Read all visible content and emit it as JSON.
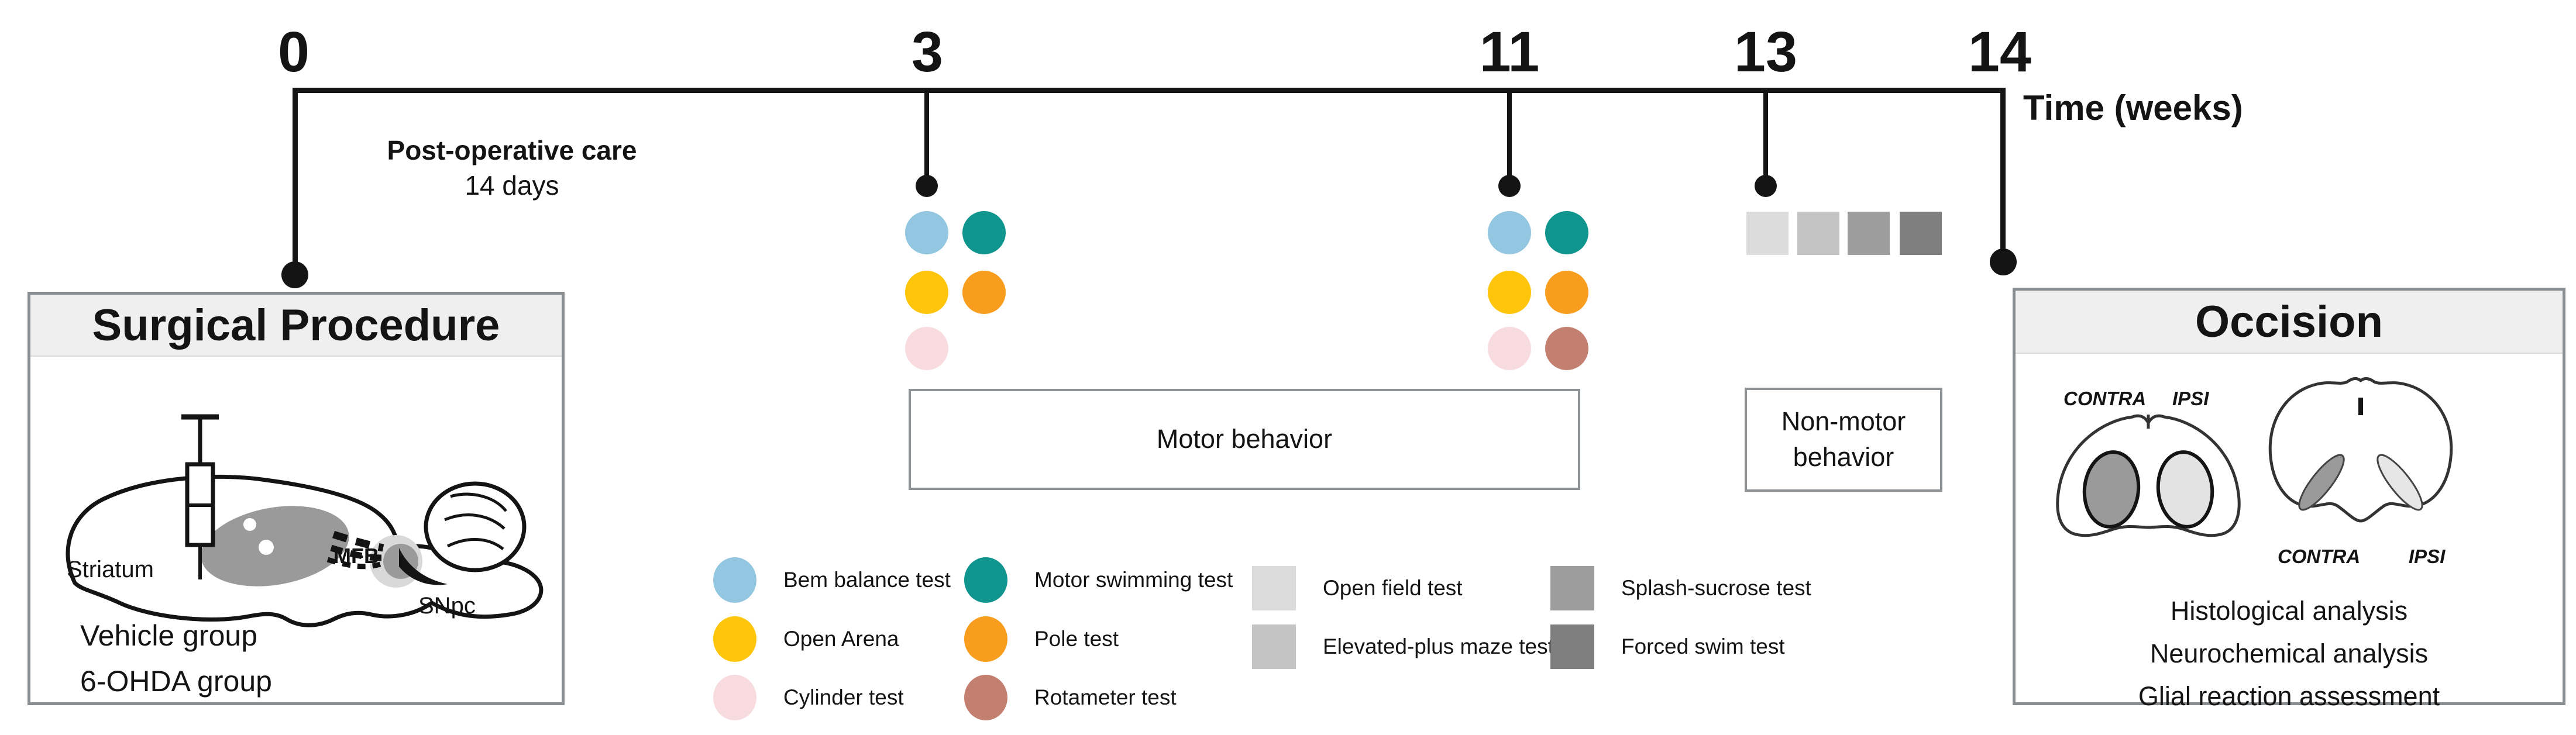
{
  "palette": {
    "ink": "#141414",
    "box_border": "#8a8d90",
    "header_bg": "#efefef",
    "blue": "#93c6e0",
    "teal": "#10948e",
    "yellow": "#fec50b",
    "orange": "#f89d1d",
    "pink": "#f8dbde",
    "rose": "#c38070",
    "gray_open_field": "#dcdcdc",
    "gray_elevated": "#c3c3c3",
    "gray_splash": "#9d9d9d",
    "gray_forced": "#7f7f7f",
    "brain_gray": "#9a9a9a",
    "brain_light": "#d9d9d9"
  },
  "timeline": {
    "axis_label": "Time (weeks)",
    "weeks": [
      "0",
      "3",
      "11",
      "13",
      "14"
    ],
    "postop_line1": "Post-operative care",
    "postop_line2": "14 days"
  },
  "surgical": {
    "title": "Surgical Procedure",
    "label_striatum": "Striatum",
    "label_mfb": "MFB",
    "label_snpc": "SNpc",
    "group1": "Vehicle group",
    "group2": "6-OHDA group"
  },
  "motor_box": {
    "label": "Motor behavior"
  },
  "nonmotor_box": {
    "line1": "Non-motor",
    "line2": "behavior"
  },
  "occision": {
    "title": "Occision",
    "label_contra": "CONTRA",
    "label_ipsi": "IPSI",
    "analysis1": "Histological analysis",
    "analysis2": "Neurochemical analysis",
    "analysis3": "Glial reaction assessment"
  },
  "legend": {
    "col1": [
      {
        "label": "Bem balance test",
        "color": "#93c6e0"
      },
      {
        "label": "Open Arena",
        "color": "#fec50b"
      },
      {
        "label": "Cylinder test",
        "color": "#f8dbde"
      }
    ],
    "col2": [
      {
        "label": "Motor swimming test",
        "color": "#10948e"
      },
      {
        "label": "Pole test",
        "color": "#f89d1d"
      },
      {
        "label": "Rotameter test",
        "color": "#c38070"
      }
    ],
    "col3": [
      {
        "label": "Open field test",
        "color": "#dcdcdc"
      },
      {
        "label": "Elevated-plus maze test",
        "color": "#c3c3c3"
      }
    ],
    "col4": [
      {
        "label": "Splash-sucrose test",
        "color": "#9d9d9d"
      },
      {
        "label": "Forced swim test",
        "color": "#7f7f7f"
      }
    ]
  }
}
